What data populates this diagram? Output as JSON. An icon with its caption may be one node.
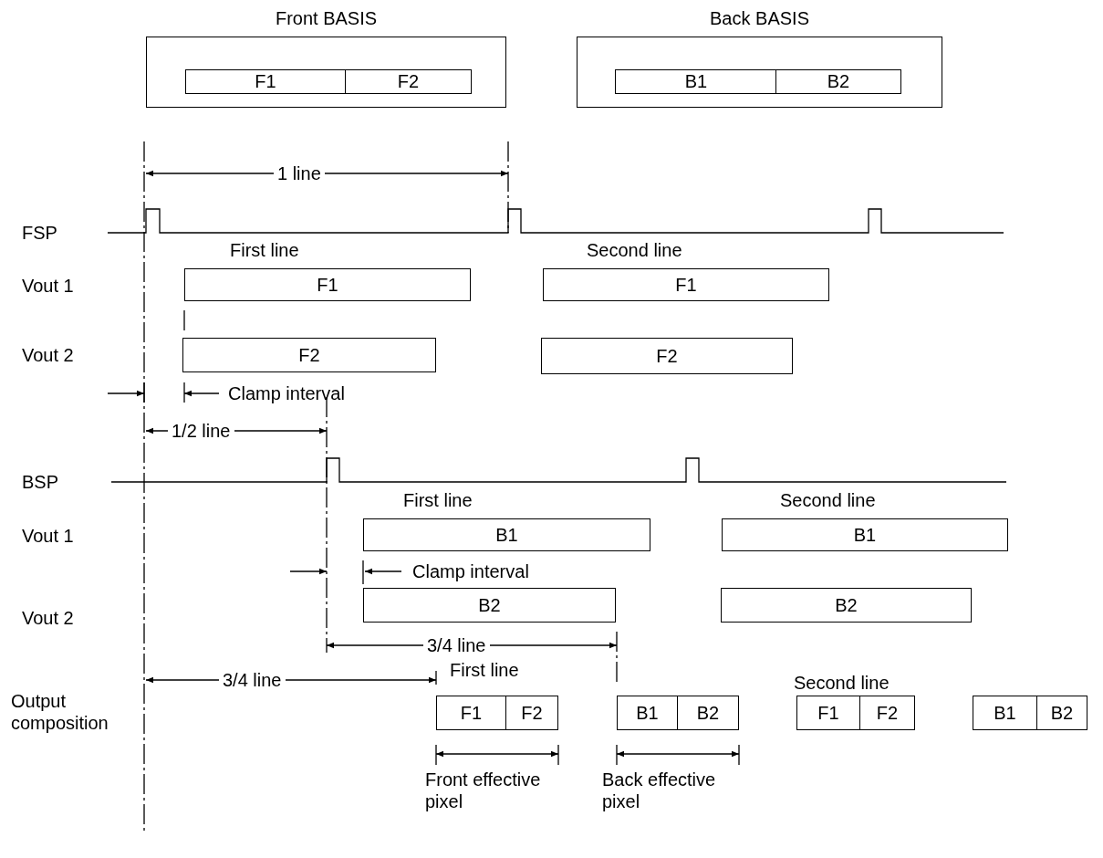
{
  "diagram": {
    "nodes": [
      {
        "text": [
          "Front BASIS"
        ]
      },
      {
        "text": [
          "F1"
        ],
        "in": 0
      },
      {
        "text": [
          "F2"
        ],
        "in": 0
      },
      {
        "text": [
          "Back BASIS"
        ]
      },
      {
        "text": [
          "B1"
        ],
        "in": 3
      },
      {
        "text": [
          "B2"
        ],
        "in": 3
      },
      {
        "text": [
          "F1"
        ]
      },
      {
        "text": [
          "F1"
        ]
      },
      {
        "text": [
          "F2"
        ]
      },
      {
        "text": [
          "F2"
        ]
      },
      {
        "text": [
          "B1"
        ]
      },
      {
        "text": [
          "B1"
        ]
      },
      {
        "text": [
          "B2"
        ]
      },
      {
        "text": [
          "B2"
        ]
      },
      {
        "text": [
          "F1"
        ]
      },
      {
        "text": [
          "F2"
        ]
      },
      {
        "text": [
          "B1"
        ]
      },
      {
        "text": [
          "B2"
        ]
      },
      {
        "text": [
          "F1"
        ]
      },
      {
        "text": [
          "F2"
        ]
      },
      {
        "text": [
          "B1"
        ]
      },
      {
        "text": [
          "B2"
        ]
      }
    ],
    "labels": [
      "1 line",
      "FSP",
      "First line",
      "Second line",
      "Vout 1",
      "Vout 2",
      "Clamp interval",
      "1/2 line",
      "BSP",
      "First line",
      "Second line",
      "Vout 1",
      "Clamp interval",
      "Vout 2",
      "3/4 line",
      "3/4 line",
      "First line",
      "Second line",
      "Output composition",
      "Front effective pixel",
      "Back effective pixel"
    ]
  }
}
